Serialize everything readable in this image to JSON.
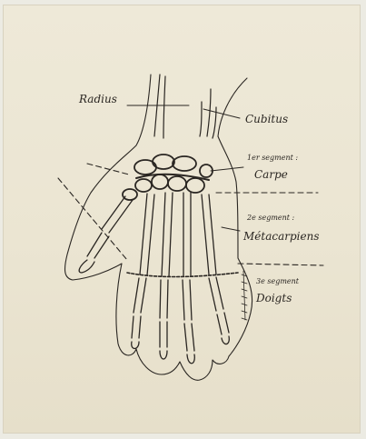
{
  "labels": {
    "radius": "Radius",
    "cubitus": "Cubitus",
    "seg1_title": "1er segment :",
    "seg1_name": "Carpe",
    "seg2_title": "2e segment :",
    "seg2_name": "Métacarpiens",
    "seg3_title": "3e segment",
    "seg3_name": "Doigts"
  },
  "colors": {
    "paper": "#ece6d3",
    "ink": "#2a2622"
  }
}
